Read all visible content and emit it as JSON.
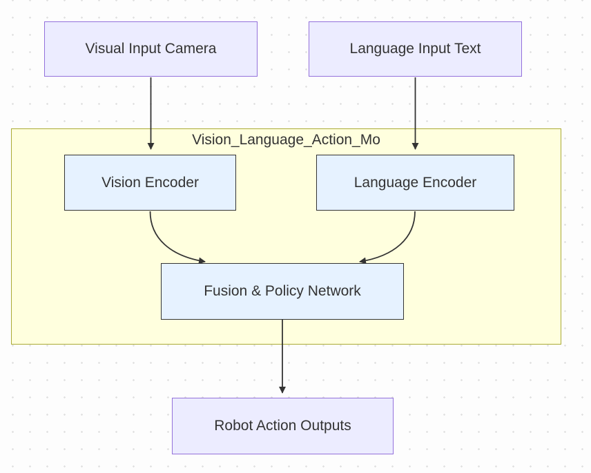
{
  "diagram": {
    "type": "flowchart",
    "direction": "top-down",
    "container": {
      "label": "Vision_Language_Action_Mo"
    },
    "nodes": {
      "visual_input": {
        "label": "Visual Input Camera",
        "kind": "input"
      },
      "language_input": {
        "label": "Language Input Text",
        "kind": "input"
      },
      "vision_encoder": {
        "label": "Vision Encoder",
        "kind": "process"
      },
      "language_encoder": {
        "label": "Language Encoder",
        "kind": "process"
      },
      "fusion_policy": {
        "label": "Fusion & Policy Network",
        "kind": "process"
      },
      "robot_outputs": {
        "label": "Robot Action Outputs",
        "kind": "output"
      }
    },
    "edges": [
      {
        "from": "Visual Input Camera",
        "to": "Vision Encoder"
      },
      {
        "from": "Language Input Text",
        "to": "Language Encoder"
      },
      {
        "from": "Vision Encoder",
        "to": "Fusion & Policy Network"
      },
      {
        "from": "Language Encoder",
        "to": "Fusion & Policy Network"
      },
      {
        "from": "Fusion & Policy Network",
        "to": "Robot Action Outputs"
      }
    ],
    "colors": {
      "canvas_background": "#fdfdfd",
      "grid_dot": "#e1e1e1",
      "input_output_fill": "#ececff",
      "input_output_border": "#9370db",
      "process_fill": "#e6f2ff",
      "process_border": "#333333",
      "container_fill": "#ffffde",
      "container_border": "#aaaa33",
      "edge": "#333333",
      "text": "#333333"
    }
  }
}
